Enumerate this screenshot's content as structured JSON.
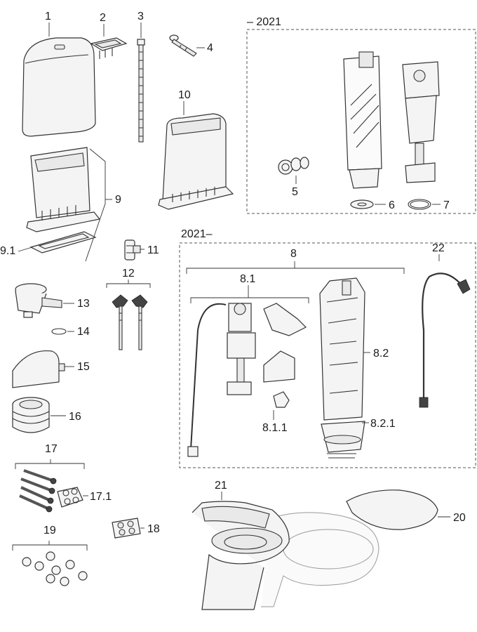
{
  "callouts": {
    "c1": "1",
    "c2": "2",
    "c3": "3",
    "c4": "4",
    "c5": "5",
    "c6": "6",
    "c7": "7",
    "c8": "8",
    "c81": "8.1",
    "c811": "8.1.1",
    "c82": "8.2",
    "c821": "8.2.1",
    "c9": "9",
    "c91": "9.1",
    "c10": "10",
    "c11": "11",
    "c12": "12",
    "c13": "13",
    "c14": "14",
    "c15": "15",
    "c16": "16",
    "c17": "17",
    "c171": "17.1",
    "c18": "18",
    "c19": "19",
    "c20": "20",
    "c21": "21",
    "c22": "22"
  },
  "groups": {
    "before": "– 2021",
    "after": "2021–"
  }
}
